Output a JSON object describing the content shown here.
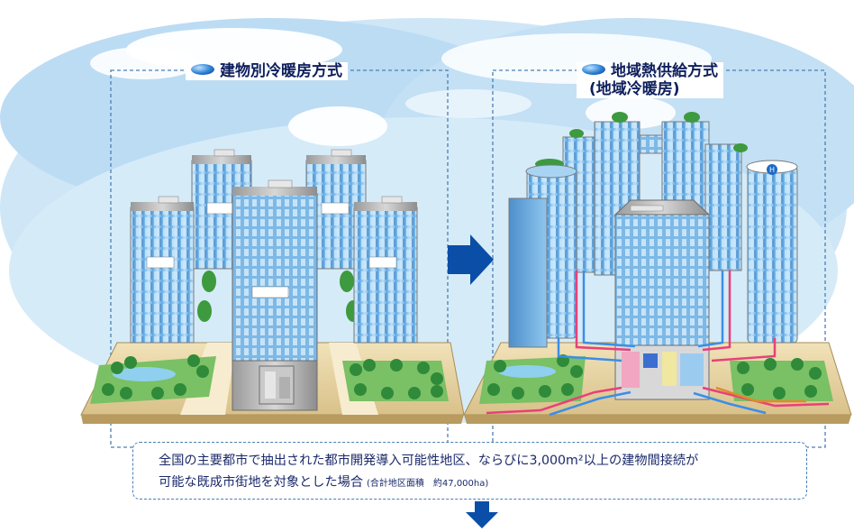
{
  "panels": {
    "left": {
      "title": "建物別冷暖房方式"
    },
    "right": {
      "title_line1": "地域熱供給方式",
      "title_line2": "(地域冷暖房)"
    }
  },
  "note": {
    "line1": "全国の主要都市で抽出された都市開発導入可能性地区、ならびに3,000m²以上の建物間接続が",
    "line2": "可能な既成市街地を対象とした場合",
    "line2_small": "(合計地区面積　約47,000ha)"
  },
  "colors": {
    "arrow": "#0a4ea8",
    "frame": "#4a7fb5",
    "title_text": "#0d1f5c",
    "hot_pipe": "#e8407a",
    "cold_pipe": "#3a8ee8"
  },
  "icons": {
    "title_bullet": "blue-pill-bullet-icon",
    "heliport": "helipad-icon",
    "transition_arrow": "right-arrow-icon",
    "down_arrow": "down-arrow-icon"
  }
}
